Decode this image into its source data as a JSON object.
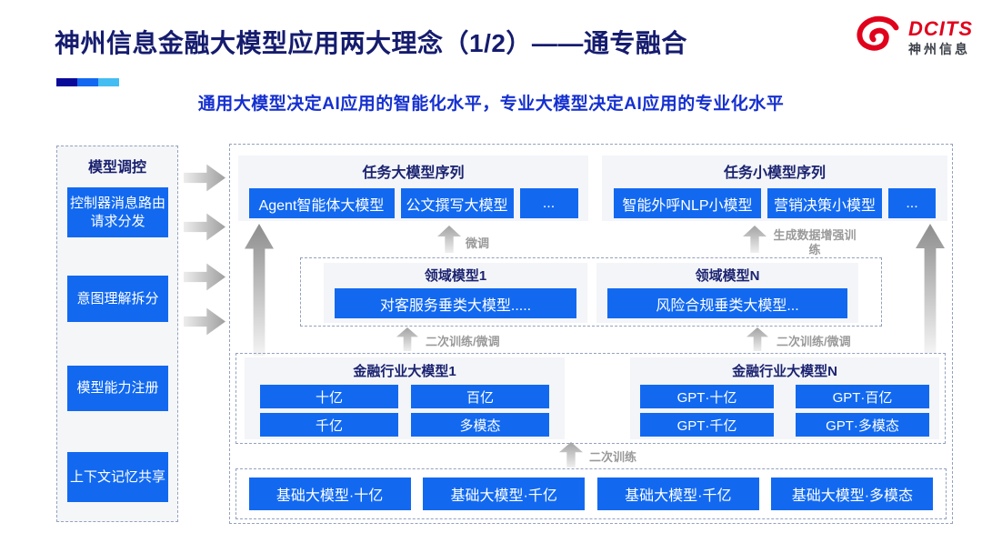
{
  "slide": {
    "title": "神州信息金融大模型应用两大理念（1/2）——通专融合",
    "subtitle": "通用大模型决定AI应用的智能化水平，专业大模型决定AI应用的专业化水平"
  },
  "logo": {
    "brand": "DCITS",
    "brand_cn": "神州信息"
  },
  "colors": {
    "accent_blue": "#1269f0",
    "title_navy": "#151c6e",
    "subtitle_blue": "#1530cf",
    "logo_red": "#e0021c",
    "panel_gray": "#f3f5f8",
    "accent_bar": [
      "#0a0a99",
      "#1268f0",
      "#44bdf2"
    ]
  },
  "sidebar": {
    "title": "模型调控",
    "items": [
      {
        "label": "控制器消息路由请求分发"
      },
      {
        "label": "意图理解拆分"
      },
      {
        "label": "模型能力注册"
      },
      {
        "label": "上下文记忆共享"
      }
    ]
  },
  "diagram": {
    "task_large": {
      "title": "任务大模型序列",
      "items": [
        "Agent智能体大模型",
        "公文撰写大模型",
        "..."
      ]
    },
    "task_small": {
      "title": "任务小模型序列",
      "items": [
        "智能外呼NLP小模型",
        "营销决策小模型",
        "..."
      ]
    },
    "labels": {
      "fine_tune": "微调",
      "gen_data_train": "生成数据增强训练",
      "retrain_finetune_left": "二次训练/微调",
      "retrain_finetune_right": "二次训练/微调",
      "retrain": "二次训练"
    },
    "domain": [
      {
        "title": "领域模型1",
        "model": "对客服务垂类大模型....."
      },
      {
        "title": "领域模型N",
        "model": "风险合规垂类大模型..."
      }
    ],
    "industry": [
      {
        "title": "金融行业大模型1",
        "items": [
          "十亿",
          "百亿",
          "千亿",
          "多模态"
        ]
      },
      {
        "title": "金融行业大模型N",
        "items": [
          "GPT·十亿",
          "GPT·百亿",
          "GPT·千亿",
          "GPT·多模态"
        ]
      }
    ],
    "base_models": [
      "基础大模型·十亿",
      "基础大模型·千亿",
      "基础大模型·千亿",
      "基础大模型·多模态"
    ]
  }
}
